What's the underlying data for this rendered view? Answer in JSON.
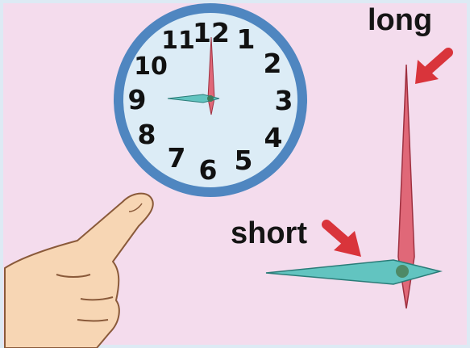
{
  "labels": {
    "long": "long",
    "short": "short"
  },
  "clock": {
    "numerals": [
      "12",
      "1",
      "2",
      "3",
      "4",
      "5",
      "6",
      "7",
      "8",
      "9",
      "10",
      "11"
    ]
  },
  "icons": {
    "pointer": "pointing-hand-icon",
    "arrow": "red-arrow-icon"
  },
  "colors": {
    "background": "#f4dced",
    "frame": "#ddeaf4",
    "clock_face": "#dcecf6",
    "clock_rim": "#4f86c0",
    "minute_hand": "#e06878",
    "hour_hand": "#62c4c0",
    "arrow": "#d9343b"
  }
}
